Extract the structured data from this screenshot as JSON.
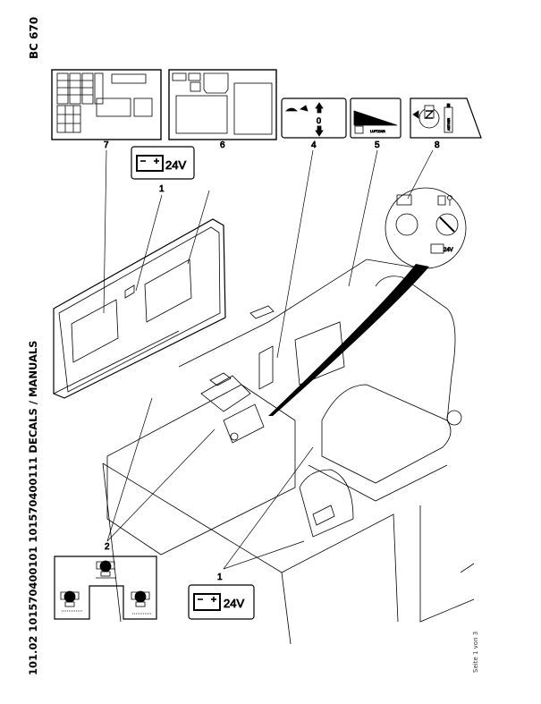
{
  "header": {
    "model": "BC 670",
    "document_id": "101.02 101570400101 101570400111 DECALS / MANUALS",
    "page_indicator": "Seite 1 von 3"
  },
  "decals": {
    "d7": {
      "number": "7",
      "icon": "fuse-layout-decal"
    },
    "d6": {
      "number": "6",
      "icon": "panel-layout-decal"
    },
    "d4": {
      "number": "4",
      "icon": "travel-speed-decal",
      "zero_label": "0"
    },
    "d5": {
      "number": "5",
      "icon": "throttle-decal",
      "text": "LUFTZAIR"
    },
    "d8": {
      "number": "8",
      "icon": "ether-start-decal",
      "text": "AETHER"
    },
    "d1_top": {
      "number": "1",
      "icon": "battery-icon",
      "voltage": "24V"
    },
    "d1_bottom": {
      "number": "1",
      "icon": "battery-icon",
      "voltage": "24V"
    },
    "d2": {
      "number": "2",
      "icon": "drum-position-decal"
    },
    "callout_voltage": "24V"
  }
}
